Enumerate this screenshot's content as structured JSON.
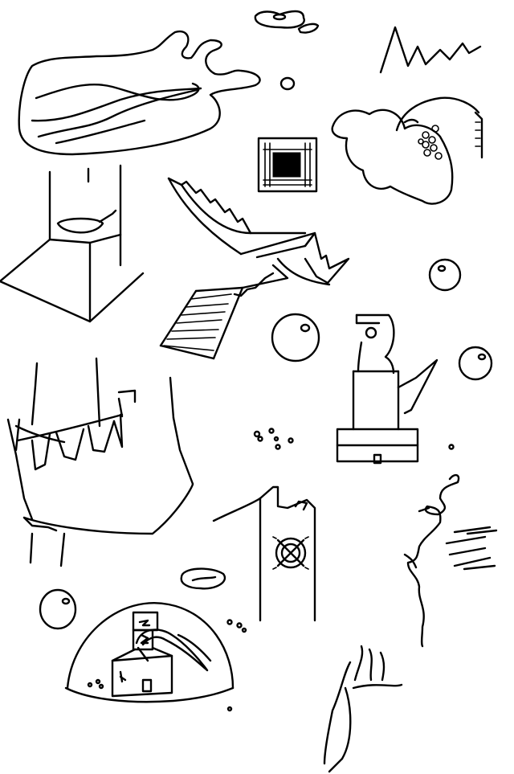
{
  "scene": {
    "background": "#ffffff",
    "ink": "#000000",
    "objects": [
      "cloud",
      "mountain-peaks",
      "window-frame",
      "winged-flower",
      "tower-with-bowl",
      "floating-staircase",
      "bubbles",
      "hook-tower",
      "tent-with-bunting",
      "pebbles",
      "tall-tower-with-fan",
      "spiral-ribbon",
      "glass-dome",
      "flowing-lines"
    ]
  }
}
